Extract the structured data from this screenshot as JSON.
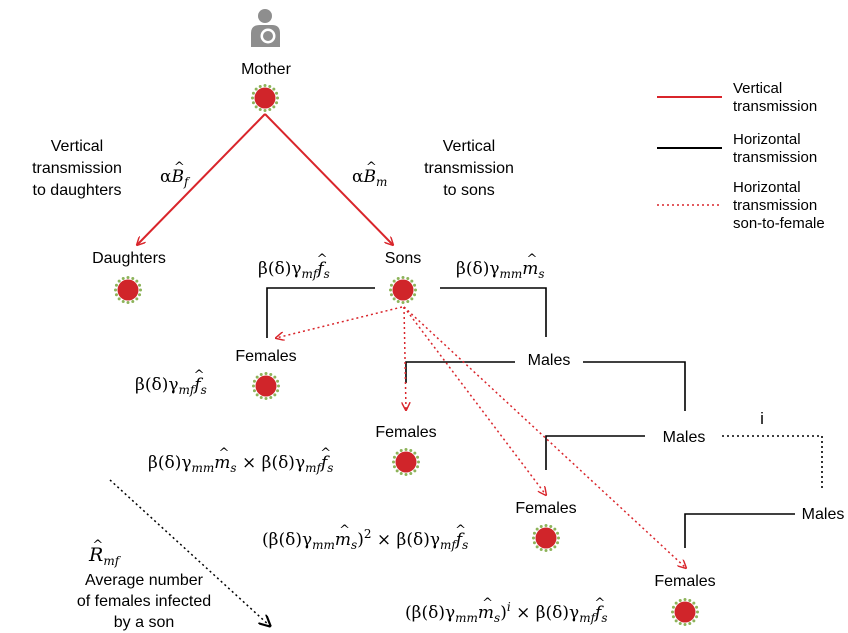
{
  "nodes": {
    "mother": "Mother",
    "daughters": "Daughters",
    "sons": "Sons",
    "females": "Females",
    "males": "Males"
  },
  "edge_labels": {
    "to_daughters_text": "Vertical\ntransmission\nto daughters",
    "to_sons_text": "Vertical\ntransmission\nto sons",
    "generation_index": "i"
  },
  "annotation": {
    "description": "Average number\nof females infected\nby a son"
  },
  "legend": {
    "items": [
      {
        "label": "Vertical\ntransmission",
        "color": "#d9252b",
        "style": "solid"
      },
      {
        "label": "Horizontal\ntransmission",
        "color": "#000000",
        "style": "solid"
      },
      {
        "label": "Horizontal\ntransmission\nson-to-female",
        "color": "#d9252b",
        "style": "dotted"
      }
    ]
  },
  "colors": {
    "vertical": "#d9252b",
    "horizontal": "#000000",
    "virus_fill": "#d0252a",
    "virus_spikes": "#8db35a",
    "mother_icon": "#8e8e8e"
  },
  "icons": {
    "mother": "mother-nursing-icon",
    "pathogen": "virus-icon"
  }
}
